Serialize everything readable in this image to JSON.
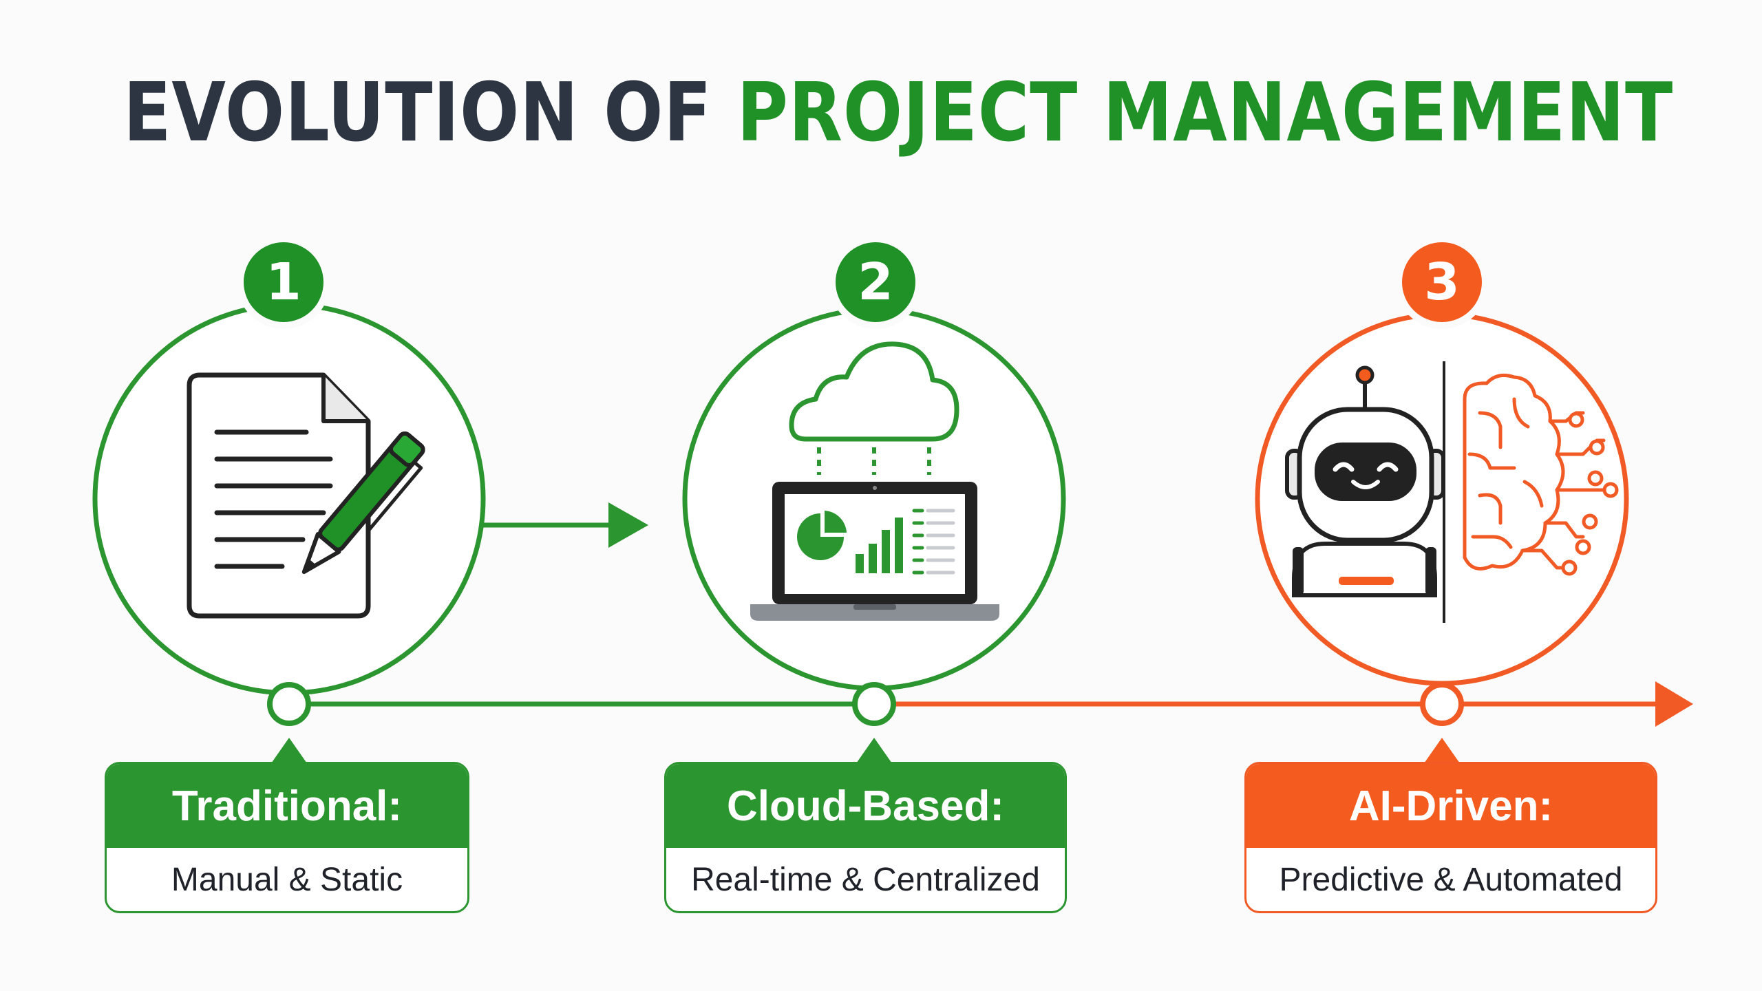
{
  "title": {
    "part1": "EVOLUTION OF",
    "part2": "PROJECT MANAGEMENT"
  },
  "colors": {
    "dark": "#2c3541",
    "green": "#2b952f",
    "orange": "#f45b1f"
  },
  "stages": [
    {
      "number": "1",
      "heading": "Traditional:",
      "description": "Manual & Static",
      "color": "green"
    },
    {
      "number": "2",
      "heading": "Cloud-Based:",
      "description": "Real-time & Centralized",
      "color": "green"
    },
    {
      "number": "3",
      "heading": "AI-Driven:",
      "description": "Predictive & Automated",
      "color": "orange"
    }
  ],
  "icons": {
    "stage1": "document-with-pen-icon",
    "stage2": "cloud-laptop-dashboard-icon",
    "stage3": "robot-and-ai-brain-icon"
  }
}
